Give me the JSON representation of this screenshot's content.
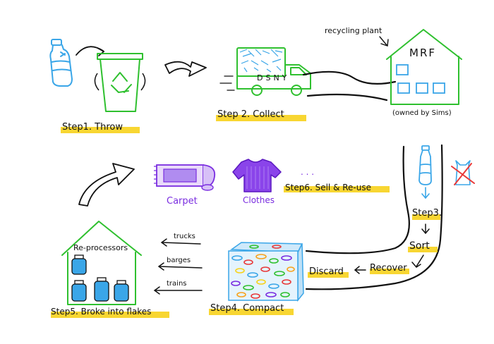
{
  "steps": {
    "step1": "Step1. Throw",
    "step2": "Step 2. Collect",
    "step3_line1": "Step3.",
    "step3_line2": "Sort",
    "step4": "Step4. Compact",
    "step5": "Step5. Broke into flakes",
    "step6": "Step6. Sell & Re-use"
  },
  "labels": {
    "recycling_plant": "recycling plant",
    "mrf": "MRF",
    "owned_by": "(owned by Sims)",
    "truck": "DSNY",
    "recover": "Recover",
    "discard": "Discard",
    "re_processors": "Re-processors",
    "carpet": "Carpet",
    "clothes": "Clothes",
    "dots": ". . .",
    "trucks": "trucks",
    "barges": "barges",
    "trains": "trains"
  },
  "colors": {
    "highlight": "#f7d21c",
    "green": "#2fc02f",
    "blue": "#3aa6e8",
    "purple": "#7a2de0",
    "red": "#e83a3a",
    "ink": "#111111"
  }
}
